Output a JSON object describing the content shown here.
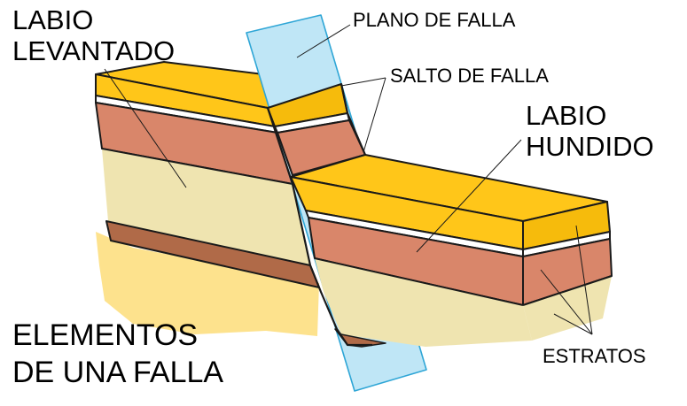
{
  "colors": {
    "top_stratum": "#FFC619",
    "top_stratum_face": "#F6BB0C",
    "white_band": "#FFFFFF",
    "red_stratum": "#D9866A",
    "cream_stratum": "#EFE4B0",
    "dark_brown_stratum": "#B06A48",
    "ground": "#FDE28D",
    "fault_plane": "#BFE6F6",
    "fault_plane_edge": "#2FA6D6",
    "outline": "#1A1A1A"
  },
  "labels": {
    "labio_levantado": [
      "LABIO",
      "LEVANTADO"
    ],
    "plano_de_falla": "PLANO DE FALLA",
    "salto_de_falla": "SALTO DE FALLA",
    "labio_hundido": [
      "LABIO",
      "HUNDIDO"
    ],
    "estratos": "ESTRATOS",
    "title": [
      "ELEMENTOS",
      "DE UNA FALLA"
    ]
  }
}
